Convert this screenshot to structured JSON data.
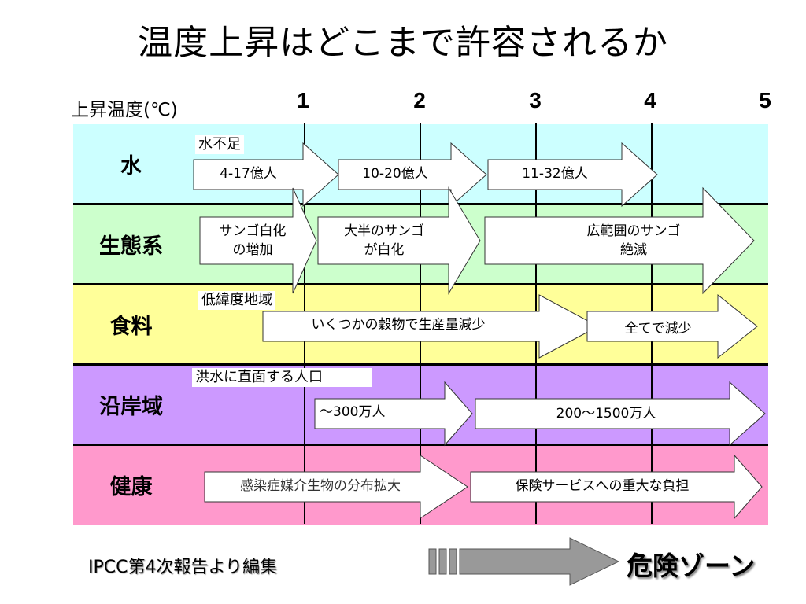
{
  "title": "温度上昇はどこまで許容されるか",
  "axis": {
    "label": "上昇温度(℃)",
    "ticks": [
      "1",
      "2",
      "3",
      "4",
      "5"
    ]
  },
  "rows": [
    {
      "label": "水",
      "color": "#ccffff",
      "sublabel": "水不足",
      "arrows": [
        "4-17億人",
        "10-20億人",
        "11-32億人"
      ]
    },
    {
      "label": "生態系",
      "color": "#ccffcc",
      "arrows": [
        "サンゴ白化\nの増加",
        "大半のサンゴ\nが白化",
        "広範囲のサンゴ\n絶滅"
      ]
    },
    {
      "label": "食料",
      "color": "#ffff99",
      "sublabel": "低緯度地域",
      "arrows": [
        "いくつかの穀物で生産量減少",
        "全てで減少"
      ]
    },
    {
      "label": "沿岸域",
      "color": "#cc99ff",
      "sublabel": "洪水に直面する人口",
      "arrows": [
        "～300万人",
        "200～1500万人"
      ]
    },
    {
      "label": "健康",
      "color": "#ff99cc",
      "arrows": [
        "感染症媒介生物の分布拡大",
        "保険サービスへの重大な負担"
      ]
    }
  ],
  "footer": {
    "source": "IPCC第4次報告より編集",
    "danger_zone": "危険ゾーン",
    "arrow_color": "#999999"
  }
}
